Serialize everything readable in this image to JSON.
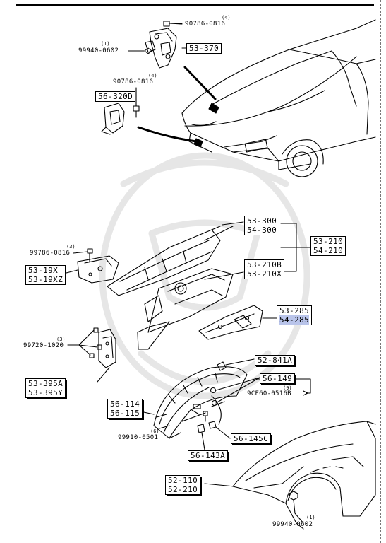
{
  "labels": {
    "bolt_hinge_top": {
      "text": "90786-0816",
      "qty": "(4)"
    },
    "nut_hinge": {
      "text": "99940-0602",
      "qty": "(1)"
    },
    "hinge": {
      "text": "53-370"
    },
    "bolt_bracket": {
      "text": "90786-0816",
      "qty": "(4)"
    },
    "bracket": {
      "text": "56-320D"
    },
    "apron_upper": {
      "line1": "53-300",
      "line2": "54-300"
    },
    "apron_asm": {
      "line1": "53-210",
      "line2": "54-210"
    },
    "apron_lower": {
      "line1": "53-210B",
      "line2": "53-210X"
    },
    "bolt_gusset": {
      "text": "99786-0816",
      "qty": "(3)"
    },
    "gusset": {
      "line1": "53-19X",
      "line2": "53-19XZ"
    },
    "brace": {
      "line1": "53-285",
      "line2": "54-285"
    },
    "bolt_side": {
      "text": "99720-1020",
      "qty": "(3)"
    },
    "clip_top": {
      "text": "52-841A"
    },
    "rivet": {
      "text": "56-149"
    },
    "rivet_code": {
      "text": "9CF60-0516B",
      "qty": "(9)"
    },
    "pillar_plate": {
      "line1": "53-395A",
      "line2": "53-395Y"
    },
    "liner": {
      "line1": "56-114",
      "line2": "56-115"
    },
    "screw_liner": {
      "text": "99910-0501",
      "qty": "(6)"
    },
    "clip_liner": {
      "text": "56-145C"
    },
    "clip_bottom": {
      "text": "56-143A"
    },
    "fender": {
      "line1": "52-110",
      "line2": "52-210"
    },
    "nut_fender": {
      "text": "99940-0602",
      "qty": "(1)"
    }
  }
}
